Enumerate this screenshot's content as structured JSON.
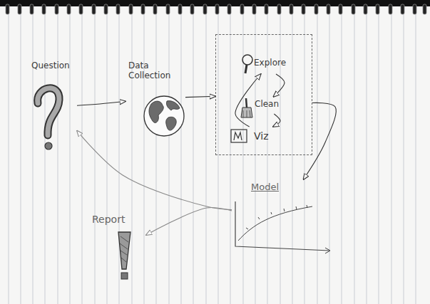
{
  "diagram": {
    "nodes": [
      {
        "text": [
          "Question"
        ]
      },
      {
        "text": [
          "Data Collection"
        ]
      },
      {
        "text": []
      },
      {
        "text": [
          "Explore"
        ],
        "in": 2
      },
      {
        "text": [
          "Clean"
        ],
        "in": 2
      },
      {
        "text": [
          "Viz"
        ],
        "in": 2
      },
      {
        "text": [
          "Model"
        ]
      },
      {
        "text": [
          "Report"
        ]
      }
    ],
    "edges": [
      {
        "from": 0,
        "to": 1,
        "arrow": "to"
      },
      {
        "from": 1,
        "to": 2,
        "arrow": "to"
      },
      {
        "from": 3,
        "to": 4,
        "arrow": "to"
      },
      {
        "from": 4,
        "to": 5,
        "arrow": "to"
      },
      {
        "from": 5,
        "to": 3,
        "arrow": "to"
      },
      {
        "from": 2,
        "to": 6,
        "arrow": "to"
      },
      {
        "from": 6,
        "to": 7,
        "arrow": "to"
      },
      {
        "from": 6,
        "to": 0,
        "arrow": "to"
      }
    ]
  }
}
